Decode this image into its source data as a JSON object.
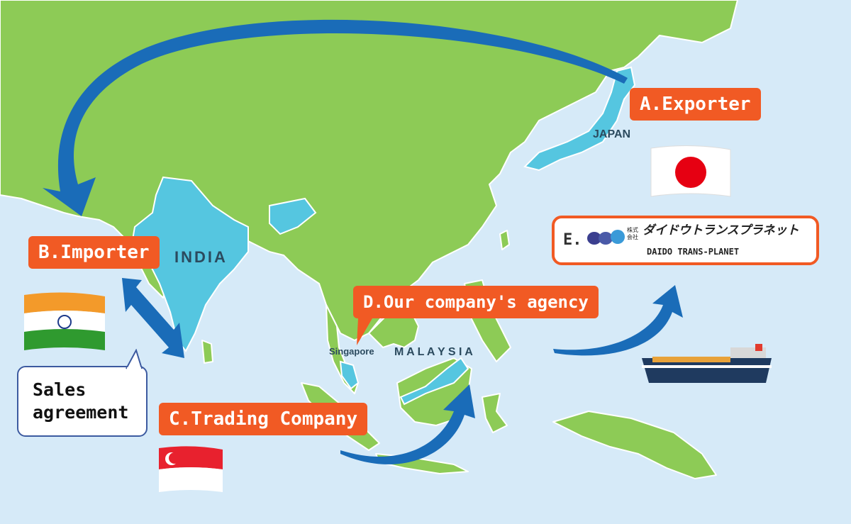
{
  "colors": {
    "ocean": "#d6eaf8",
    "land": "#8dcb56",
    "highlight": "#55c6e0",
    "label": "#f15a24",
    "arrow": "#1a6cb8"
  },
  "labels": {
    "exporter": "A.Exporter",
    "importer": "B.Importer",
    "trading": "C.Trading Company",
    "agency": "D.Our company's agency",
    "logo_prefix": "E."
  },
  "countries": {
    "japan": "JAPAN",
    "india": "INDIA",
    "malaysia": "M A L A Y S I A",
    "singapore": "Singapore"
  },
  "bubble": {
    "line1": "Sales",
    "line2": "agreement"
  },
  "logo": {
    "kabushiki": "株式会社",
    "jp_name": "ダイドウトランスプラネット",
    "en_name": "DAIDO TRANS-PLANET"
  },
  "icons": [
    "japan-flag",
    "india-flag",
    "singapore-flag",
    "cargo-ship-icon",
    "daido-logo-mark"
  ]
}
